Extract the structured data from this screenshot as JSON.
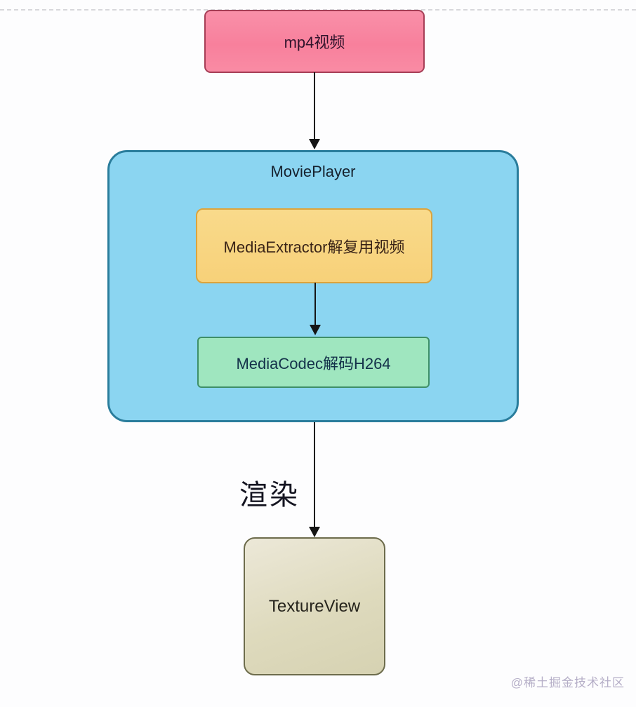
{
  "diagram": {
    "nodes": {
      "mp4": {
        "label": "mp4视频"
      },
      "movie_player": {
        "title": "MoviePlayer"
      },
      "media_extractor": {
        "label": "MediaExtractor解复用视频"
      },
      "media_codec": {
        "label": "MediaCodec解码H264"
      },
      "texture_view": {
        "label": "TextureView"
      }
    },
    "edges": {
      "mp4_to_player": "arrow-down",
      "extractor_to_codec": "arrow-down",
      "player_to_texture": "arrow-down",
      "render_label": "渲染"
    },
    "colors": {
      "mp4_fill": "#f8809c",
      "mp4_border": "#a63e56",
      "player_fill": "#8bd5f1",
      "player_border": "#2a7d9c",
      "extractor_fill": "#f7d179",
      "extractor_border": "#dca43d",
      "codec_fill": "#9fe6bf",
      "codec_border": "#3f8f68",
      "texture_fill": "#dedabd",
      "texture_border": "#6d6c4c",
      "arrow": "#151515",
      "dashed_divider": "#d7d7db",
      "watermark_text": "#b5aec7"
    }
  },
  "watermark": {
    "text": "@稀土掘金技术社区"
  }
}
